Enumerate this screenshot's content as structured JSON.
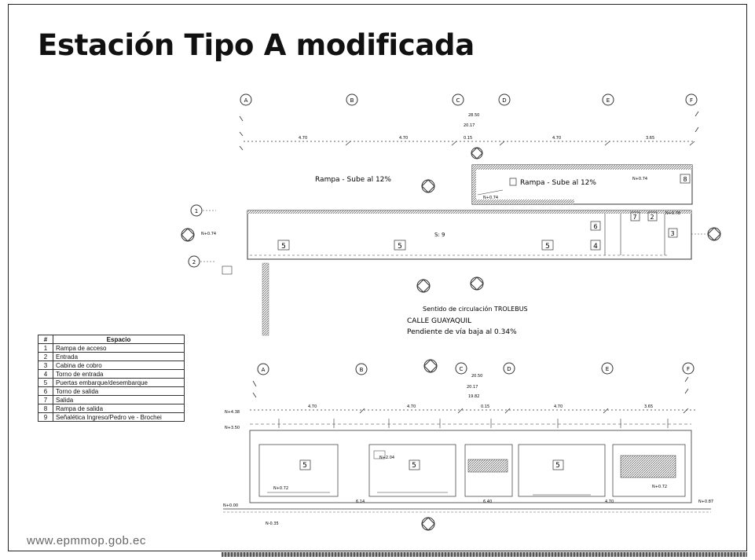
{
  "slide": {
    "title": "Estación Tipo A modificada",
    "website": "www.epmmop.gob.ec"
  },
  "top_plan": {
    "axes": [
      "A",
      "B",
      "C",
      "D",
      "E",
      "F"
    ],
    "dims": [
      "4.70",
      "4.70",
      "0.15",
      "4.70",
      "3.65"
    ],
    "top_values": [
      "28.50",
      "20.17"
    ],
    "ramp_left": "Rampa - Sube al 12%",
    "ramp_right": "Rampa - Sube al 12%",
    "ramp_right_level": "N+0.74",
    "ramp_left_level": "N+0.74",
    "row_axes": [
      "1",
      "2"
    ],
    "left_level": "N+0.74",
    "center_label": "S: 9",
    "spaces": [
      "5",
      "5",
      "5",
      "4",
      "6",
      "7",
      "2",
      "8",
      "3"
    ],
    "level_right": "N+0.78"
  },
  "street": {
    "direction": "Sentido de circulación TROLEBUS",
    "name": "CALLE GUAYAQUIL",
    "slope": "Pendiente de vía baja al 0.34%"
  },
  "legend": {
    "header_num": "#",
    "header_space": "Espacio",
    "rows": [
      {
        "n": "1",
        "e": "Rampa de acceso"
      },
      {
        "n": "2",
        "e": "Entrada"
      },
      {
        "n": "3",
        "e": "Cabina de cobro"
      },
      {
        "n": "4",
        "e": "Torno de entrada"
      },
      {
        "n": "5",
        "e": "Puertas embarque/desembarque"
      },
      {
        "n": "6",
        "e": "Torno de salida"
      },
      {
        "n": "7",
        "e": "Salida"
      },
      {
        "n": "8",
        "e": "Rampa de salida"
      },
      {
        "n": "9",
        "e": "Señalética Ingreso/Pedro ve - Brochei"
      }
    ]
  },
  "elevation": {
    "axes": [
      "A",
      "B",
      "C",
      "D",
      "E",
      "F"
    ],
    "dims": [
      "4.70",
      "4.70",
      "0.15",
      "4.70",
      "3.65"
    ],
    "top_values": [
      "20.50",
      "20.17",
      "19.82"
    ],
    "left_levels": [
      "N+4.38",
      "N+3.50"
    ],
    "bottom_left": "N+0.00",
    "bottom_right": "N+0.87",
    "bottom_dims": [
      "6.14",
      "6.40",
      "4.70"
    ],
    "bottom_level": "N-0.35",
    "panel_levels": [
      "N+0.72",
      "N+2.04",
      "N+0.72"
    ],
    "spaces": [
      "5",
      "5",
      "5"
    ]
  },
  "colors": {
    "line": "#333333",
    "hatch": "#888888",
    "text": "#111111",
    "muted": "#666666"
  }
}
